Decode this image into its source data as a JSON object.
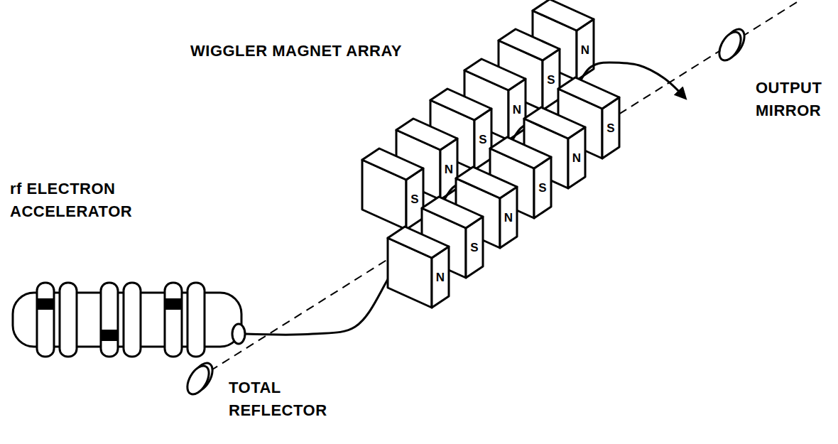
{
  "diagram": {
    "labels": [
      "WIGGLER MAGNET ARRAY",
      "rf ELECTRON ACCELERATOR",
      "OUTPUT MIRROR",
      "TOTAL REFLECTOR",
      "S",
      "N",
      "S",
      "N",
      "S",
      "N",
      "N",
      "S",
      "N",
      "S",
      "N",
      "S"
    ]
  }
}
